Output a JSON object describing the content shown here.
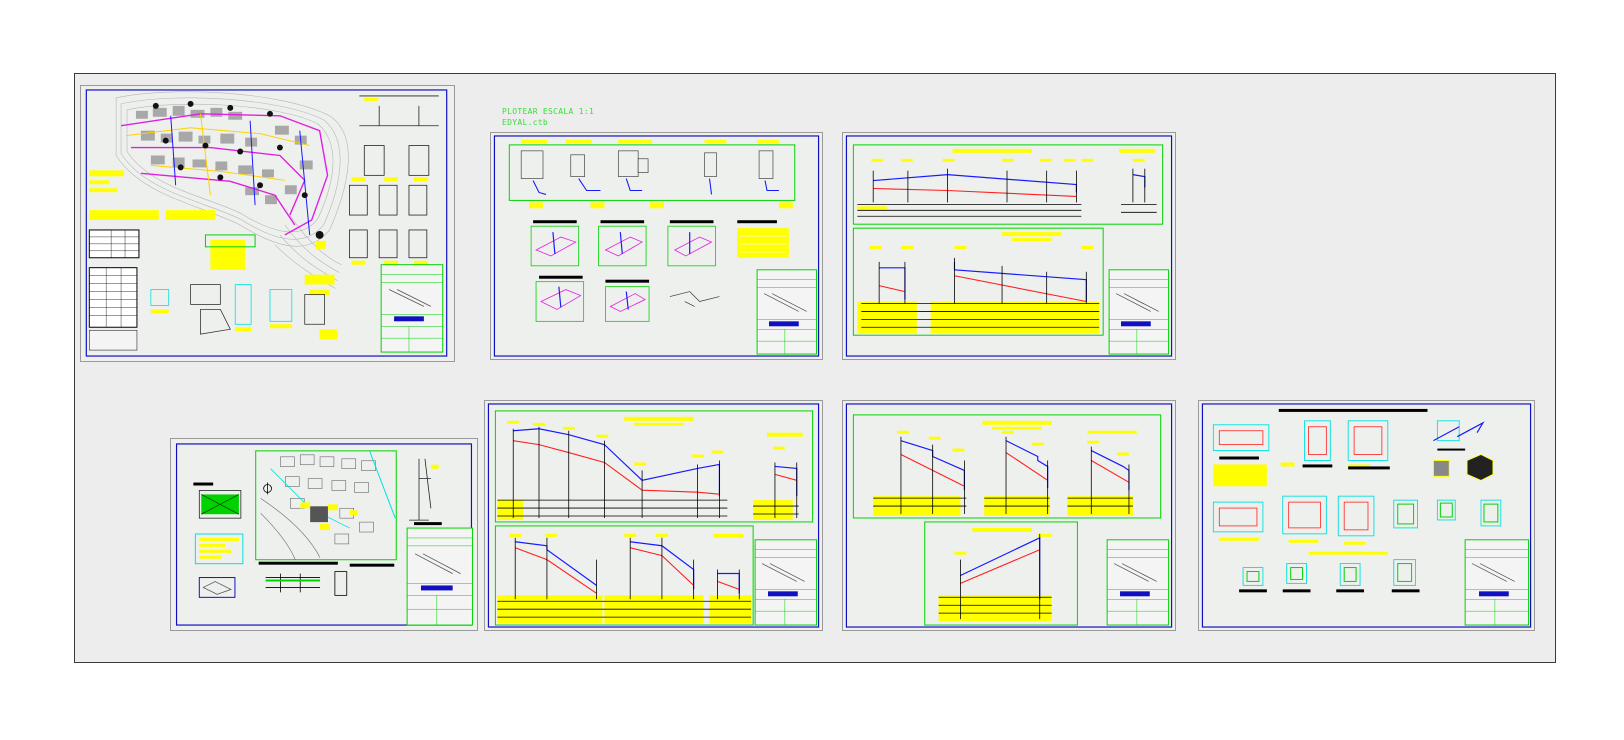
{
  "drawing": {
    "plot_note": "PLOTEAR ESCALA 1:1",
    "ctb_file": "EDYAL.ctb"
  },
  "colors": {
    "background": "#ffffff",
    "modelspace": "#ededed",
    "sheet_border": "#1010c0",
    "frame": "#00d200",
    "profile_blue": "#1a1aff",
    "profile_red": "#ff2020",
    "label_yellow": "#ffff00",
    "annotation_magenta": "#e020e0",
    "text_green": "#35e035"
  },
  "sheets": [
    {
      "id": "sheet-1",
      "content": "site plan with network, tables and details"
    },
    {
      "id": "sheet-2",
      "content": "connection details and isometrics"
    },
    {
      "id": "sheet-3",
      "content": "longitudinal profiles"
    },
    {
      "id": "sheet-4",
      "content": "location plan and details"
    },
    {
      "id": "sheet-5",
      "content": "longitudinal profiles"
    },
    {
      "id": "sheet-6",
      "content": "longitudinal profiles"
    },
    {
      "id": "sheet-7",
      "content": "structure details"
    }
  ]
}
